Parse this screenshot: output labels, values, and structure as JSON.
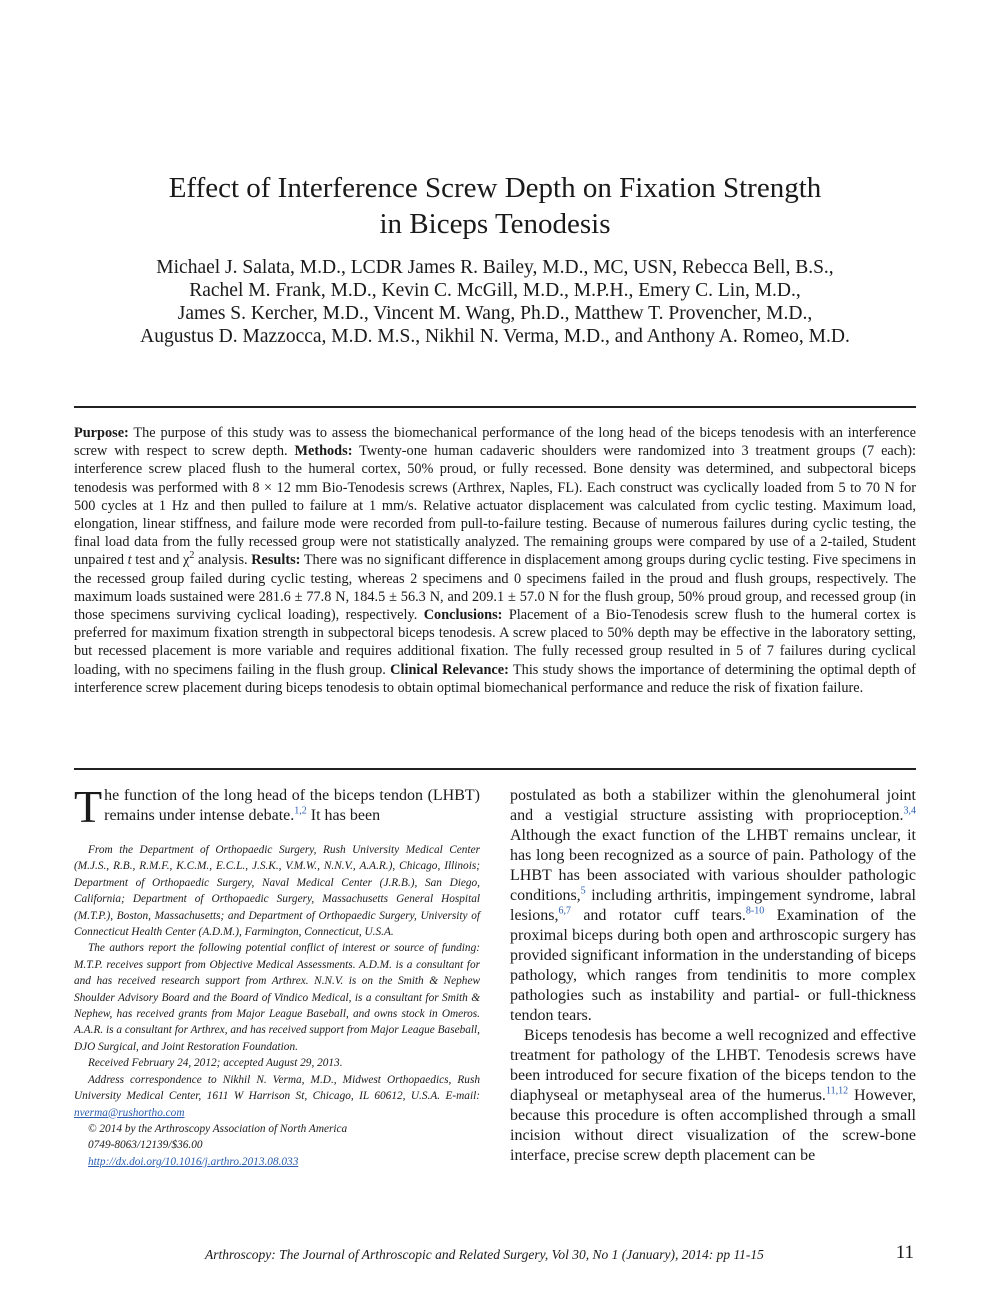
{
  "title": {
    "line1": "Effect of Interference Screw Depth on Fixation Strength",
    "line2": "in Biceps Tenodesis"
  },
  "authors": [
    "Michael J. Salata, M.D., LCDR James R. Bailey, M.D., MC, USN, Rebecca Bell, B.S.,",
    "Rachel M. Frank, M.D., Kevin C. McGill, M.D., M.P.H., Emery C. Lin, M.D.,",
    "James S. Kercher, M.D., Vincent M. Wang, Ph.D., Matthew T. Provencher, M.D.,",
    "Augustus D. Mazzocca, M.D. M.S., Nikhil N. Verma, M.D., and Anthony A. Romeo, M.D."
  ],
  "abstract": {
    "purpose_label": "Purpose:",
    "purpose": " The purpose of this study was to assess the biomechanical performance of the long head of the biceps tenodesis with an interference screw with respect to screw depth. ",
    "methods_label": "Methods:",
    "methods_a": " Twenty-one human cadaveric shoulders were randomized into 3 treatment groups (7 each): interference screw placed flush to the humeral cortex, 50% proud, or fully recessed. Bone density was determined, and subpectoral biceps tenodesis was performed with 8 × 12 mm Bio-Tenodesis screws (Arthrex, Naples, FL). Each construct was cyclically loaded from 5 to 70 N for 500 cycles at 1 Hz and then pulled to failure at 1 mm/s. Relative actuator displacement was calculated from cyclic testing. Maximum load, elongation, linear stiffness, and failure mode were recorded from pull-to-failure testing. Because of numerous failures during cyclic testing, the final load data from the fully recessed group were not statistically analyzed. The remaining groups were compared by use of a 2-tailed, Student unpaired ",
    "methods_t": "t",
    "methods_b": " test and χ",
    "methods_sup": "2",
    "methods_c": " analysis. ",
    "results_label": "Results:",
    "results": " There was no significant difference in displacement among groups during cyclic testing. Five specimens in the recessed group failed during cyclic testing, whereas 2 specimens and 0 specimens failed in the proud and flush groups, respectively. The maximum loads sustained were 281.6 ± 77.8 N, 184.5 ± 56.3 N, and 209.1 ± 57.0 N for the flush group, 50% proud group, and recessed group (in those specimens surviving cyclical loading), respectively. ",
    "conclusions_label": "Conclusions:",
    "conclusions": " Placement of a Bio-Tenodesis screw flush to the humeral cortex is preferred for maximum fixation strength in subpectoral biceps tenodesis. A screw placed to 50% depth may be effective in the laboratory setting, but recessed placement is more variable and requires additional fixation. The fully recessed group resulted in 5 of 7 failures during cyclical loading, with no specimens failing in the flush group. ",
    "relevance_label": "Clinical Relevance:",
    "relevance": " This study shows the importance of determining the optimal depth of interference screw placement during biceps tenodesis to obtain optimal biomechanical performance and reduce the risk of fixation failure."
  },
  "intro": {
    "dropcap": "T",
    "text_a": "he function of the long head of the biceps tendon (LHBT) remains under intense debate.",
    "ref_a": "1,2",
    "text_b": " It has been"
  },
  "footnotes": {
    "affiliations": "From the Department of Orthopaedic Surgery, Rush University Medical Center (M.J.S., R.B., R.M.F., K.C.M., E.C.L., J.S.K., V.M.W., N.N.V., A.A.R.), Chicago, Illinois; Department of Orthopaedic Surgery, Naval Medical Center (J.R.B.), San Diego, California; Department of Orthopaedic Surgery, Massachusetts General Hospital (M.T.P.), Boston, Massachusetts; and Department of Orthopaedic Surgery, University of Connecticut Health Center (A.D.M.), Farmington, Connecticut, U.S.A.",
    "conflicts": "The authors report the following potential conflict of interest or source of funding: M.T.P. receives support from Objective Medical Assessments. A.D.M. is a consultant for and has received research support from Arthrex. N.N.V. is on the Smith & Nephew Shoulder Advisory Board and the Board of Vindico Medical, is a consultant for Smith & Nephew, has received grants from Major League Baseball, and owns stock in Omeros. A.A.R. is a consultant for Arthrex, and has received support from Major League Baseball, DJO Surgical, and Joint Restoration Foundation.",
    "received": "Received February 24, 2012; accepted August 29, 2013.",
    "address": "Address correspondence to Nikhil N. Verma, M.D., Midwest Orthopaedics, Rush University Medical Center, 1611 W Harrison St, Chicago, IL 60612, U.S.A. E-mail: ",
    "email": "nverma@rushortho.com",
    "copyright": "© 2014 by the Arthroscopy Association of North America",
    "issn": "0749-8063/12139/$36.00",
    "doi": "http://dx.doi.org/10.1016/j.arthro.2013.08.033"
  },
  "right_col": {
    "p1_a": "postulated as both a stabilizer within the glenohumeral joint and a vestigial structure assisting with proprioception.",
    "p1_ref1": "3,4",
    "p1_b": " Although the exact function of the LHBT remains unclear, it has long been recognized as a source of pain. Pathology of the LHBT has been associated with various shoulder pathologic conditions,",
    "p1_ref2": "5",
    "p1_c": " including arthritis, impingement syndrome, labral lesions,",
    "p1_ref3": "6,7",
    "p1_d": " and rotator cuff tears.",
    "p1_ref4": "8-10",
    "p1_e": " Examination of the proximal biceps during both open and arthroscopic surgery has provided significant information in the understanding of biceps pathology, which ranges from tendinitis to more complex pathologies such as instability and partial- or full-thickness tendon tears.",
    "p2_a": "Biceps tenodesis has become a well recognized and effective treatment for pathology of the LHBT. Tenodesis screws have been introduced for secure fixation of the biceps tendon to the diaphyseal or metaphyseal area of the humerus.",
    "p2_ref1": "11,12",
    "p2_b": " However, because this procedure is often accomplished through a small incision without direct visualization of the screw-bone interface, precise screw depth placement can be"
  },
  "footer": {
    "journal": "Arthroscopy: The Journal of Arthroscopic and Related Surgery, Vol 30, No 1 (January), 2014: pp 11-15",
    "page": "11"
  }
}
